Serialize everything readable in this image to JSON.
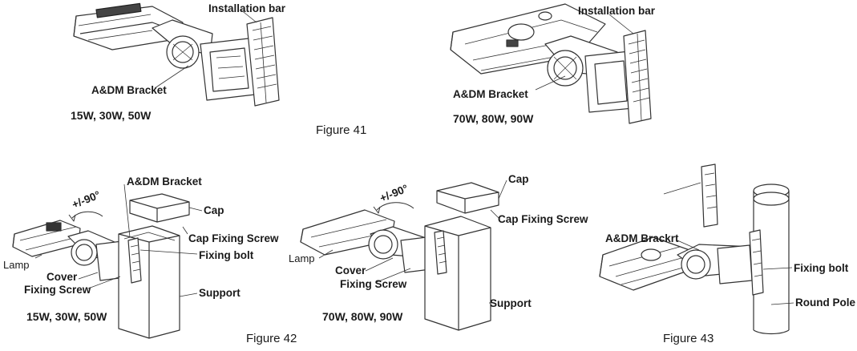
{
  "fig41": {
    "installation_bar_left": "Installation bar",
    "installation_bar_right": "Installation bar",
    "bracket_left": "A&DM Bracket",
    "bracket_right": "A&DM Bracket",
    "watts_left": "15W, 30W, 50W",
    "watts_right": "70W, 80W, 90W",
    "caption": "Figure 41"
  },
  "fig42": {
    "bracket": "A&DM Bracket",
    "angle_left": "+/-90°",
    "angle_right": "+/-90°",
    "cap_left": "Cap",
    "cap_right": "Cap",
    "cap_screw_left": "Cap Fixing Screw",
    "cap_screw_right": "Cap Fixing Screw",
    "fixing_bolt": "Fixing bolt",
    "lamp_left": "Lamp",
    "lamp_right": "Lamp",
    "cover_left": "Cover",
    "cover_right": "Cover",
    "fixing_screw_left": "Fixing Screw",
    "fixing_screw_right": "Fixing Screw",
    "support_left": "Support",
    "support_right": "Support",
    "watts_left": "15W, 30W, 50W",
    "watts_right": "70W, 80W, 90W",
    "caption": "Figure 42"
  },
  "fig43": {
    "bracket": "A&DM Brackrt",
    "fixing_bolt": "Fixing bolt",
    "round_pole": "Round Pole",
    "caption": "Figure 43"
  }
}
